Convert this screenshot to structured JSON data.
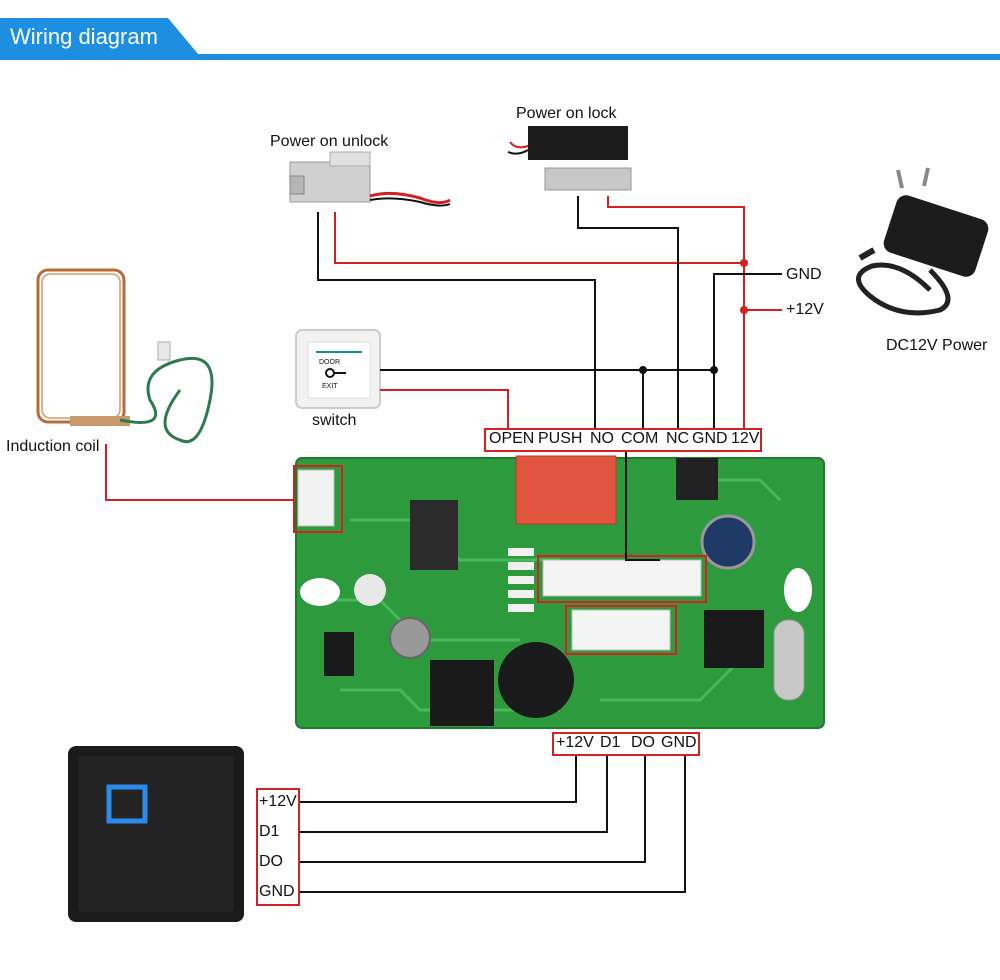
{
  "header": {
    "title": "Wiring diagram"
  },
  "labels": {
    "power_on_unlock": "Power on  unlock",
    "power_on_lock": "Power on lock",
    "gnd": "GND",
    "plus12v": "+12V",
    "dc12v_power": "DC12V Power",
    "switch": "switch",
    "induction_coil": "Induction coil",
    "door_text": "DOOR",
    "exit_text": "EXIT"
  },
  "top_terminal": [
    "OPEN",
    "PUSH",
    "NO",
    "COM",
    "NC",
    "GND",
    "12V"
  ],
  "bottom_terminal": [
    "+12V",
    "D1",
    "DO",
    "GND"
  ],
  "reader_terminal": [
    "+12V",
    "D1",
    "DO",
    "GND"
  ],
  "colors": {
    "banner": "#1e8fe0",
    "wire_red": "#d42020",
    "wire_black": "#111111",
    "pcb": "#2d9a3e"
  }
}
